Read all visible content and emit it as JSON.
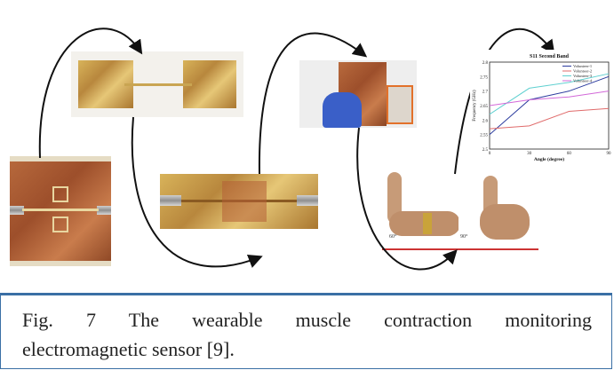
{
  "caption": {
    "line1": "Fig. 7 The wearable muscle contraction monitoring",
    "line2": "electromagnetic sensor [9]."
  },
  "arm_labels": {
    "angle_left": "60°",
    "angle_right": "90°"
  },
  "colors": {
    "caption_border": "#3a6fa5",
    "arrow": "#111111"
  },
  "chart_data": {
    "type": "line",
    "title": "S11 Second Band",
    "xlabel": "Angle (degree)",
    "ylabel": "Frequency (GHz)",
    "x": [
      0,
      30,
      60,
      90
    ],
    "xlim": [
      0,
      90
    ],
    "ylim": [
      2.5,
      2.8
    ],
    "yticks": [
      "2.5",
      "2.55",
      "2.6",
      "2.65",
      "2.7",
      "2.75",
      "2.8"
    ],
    "xticks": [
      "0",
      "30",
      "60",
      "90"
    ],
    "legend_position": "top-right",
    "series": [
      {
        "name": "Volunteer-1",
        "color": "#2b3b9e",
        "values": [
          2.55,
          2.67,
          2.7,
          2.75
        ]
      },
      {
        "name": "Volunteer-2",
        "color": "#e06b6b",
        "values": [
          2.57,
          2.58,
          2.63,
          2.64
        ]
      },
      {
        "name": "Volunteer-3",
        "color": "#5fd0d0",
        "values": [
          2.62,
          2.71,
          2.73,
          2.76
        ]
      },
      {
        "name": "Volunteer-4",
        "color": "#d268d8",
        "values": [
          2.65,
          2.67,
          2.68,
          2.7
        ]
      }
    ]
  }
}
